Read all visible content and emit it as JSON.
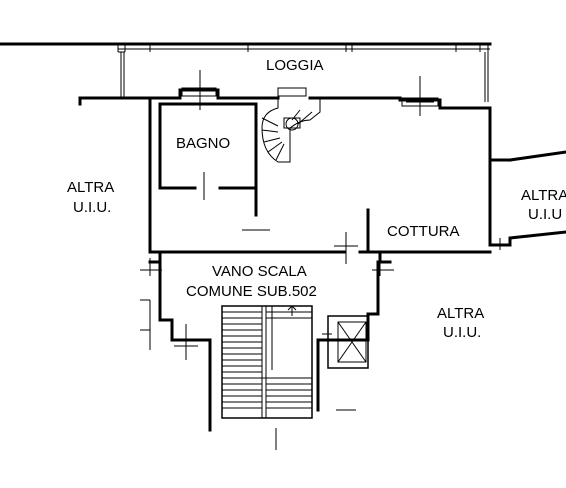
{
  "labels": {
    "loggia": "LOGGIA",
    "bagno": "BAGNO",
    "cottura": "COTTURA",
    "vano_scala_1": "VANO SCALA",
    "vano_scala_2": "COMUNE SUB.502",
    "altra_left_1": "ALTRA",
    "altra_left_2": "U.I.U.",
    "altra_right_top_1": "ALTRA",
    "altra_right_top_2": "U.I.U",
    "altra_right_bottom_1": "ALTRA",
    "altra_right_bottom_2": "U.I.U."
  },
  "colors": {
    "line": "#000000",
    "background": "#ffffff"
  }
}
